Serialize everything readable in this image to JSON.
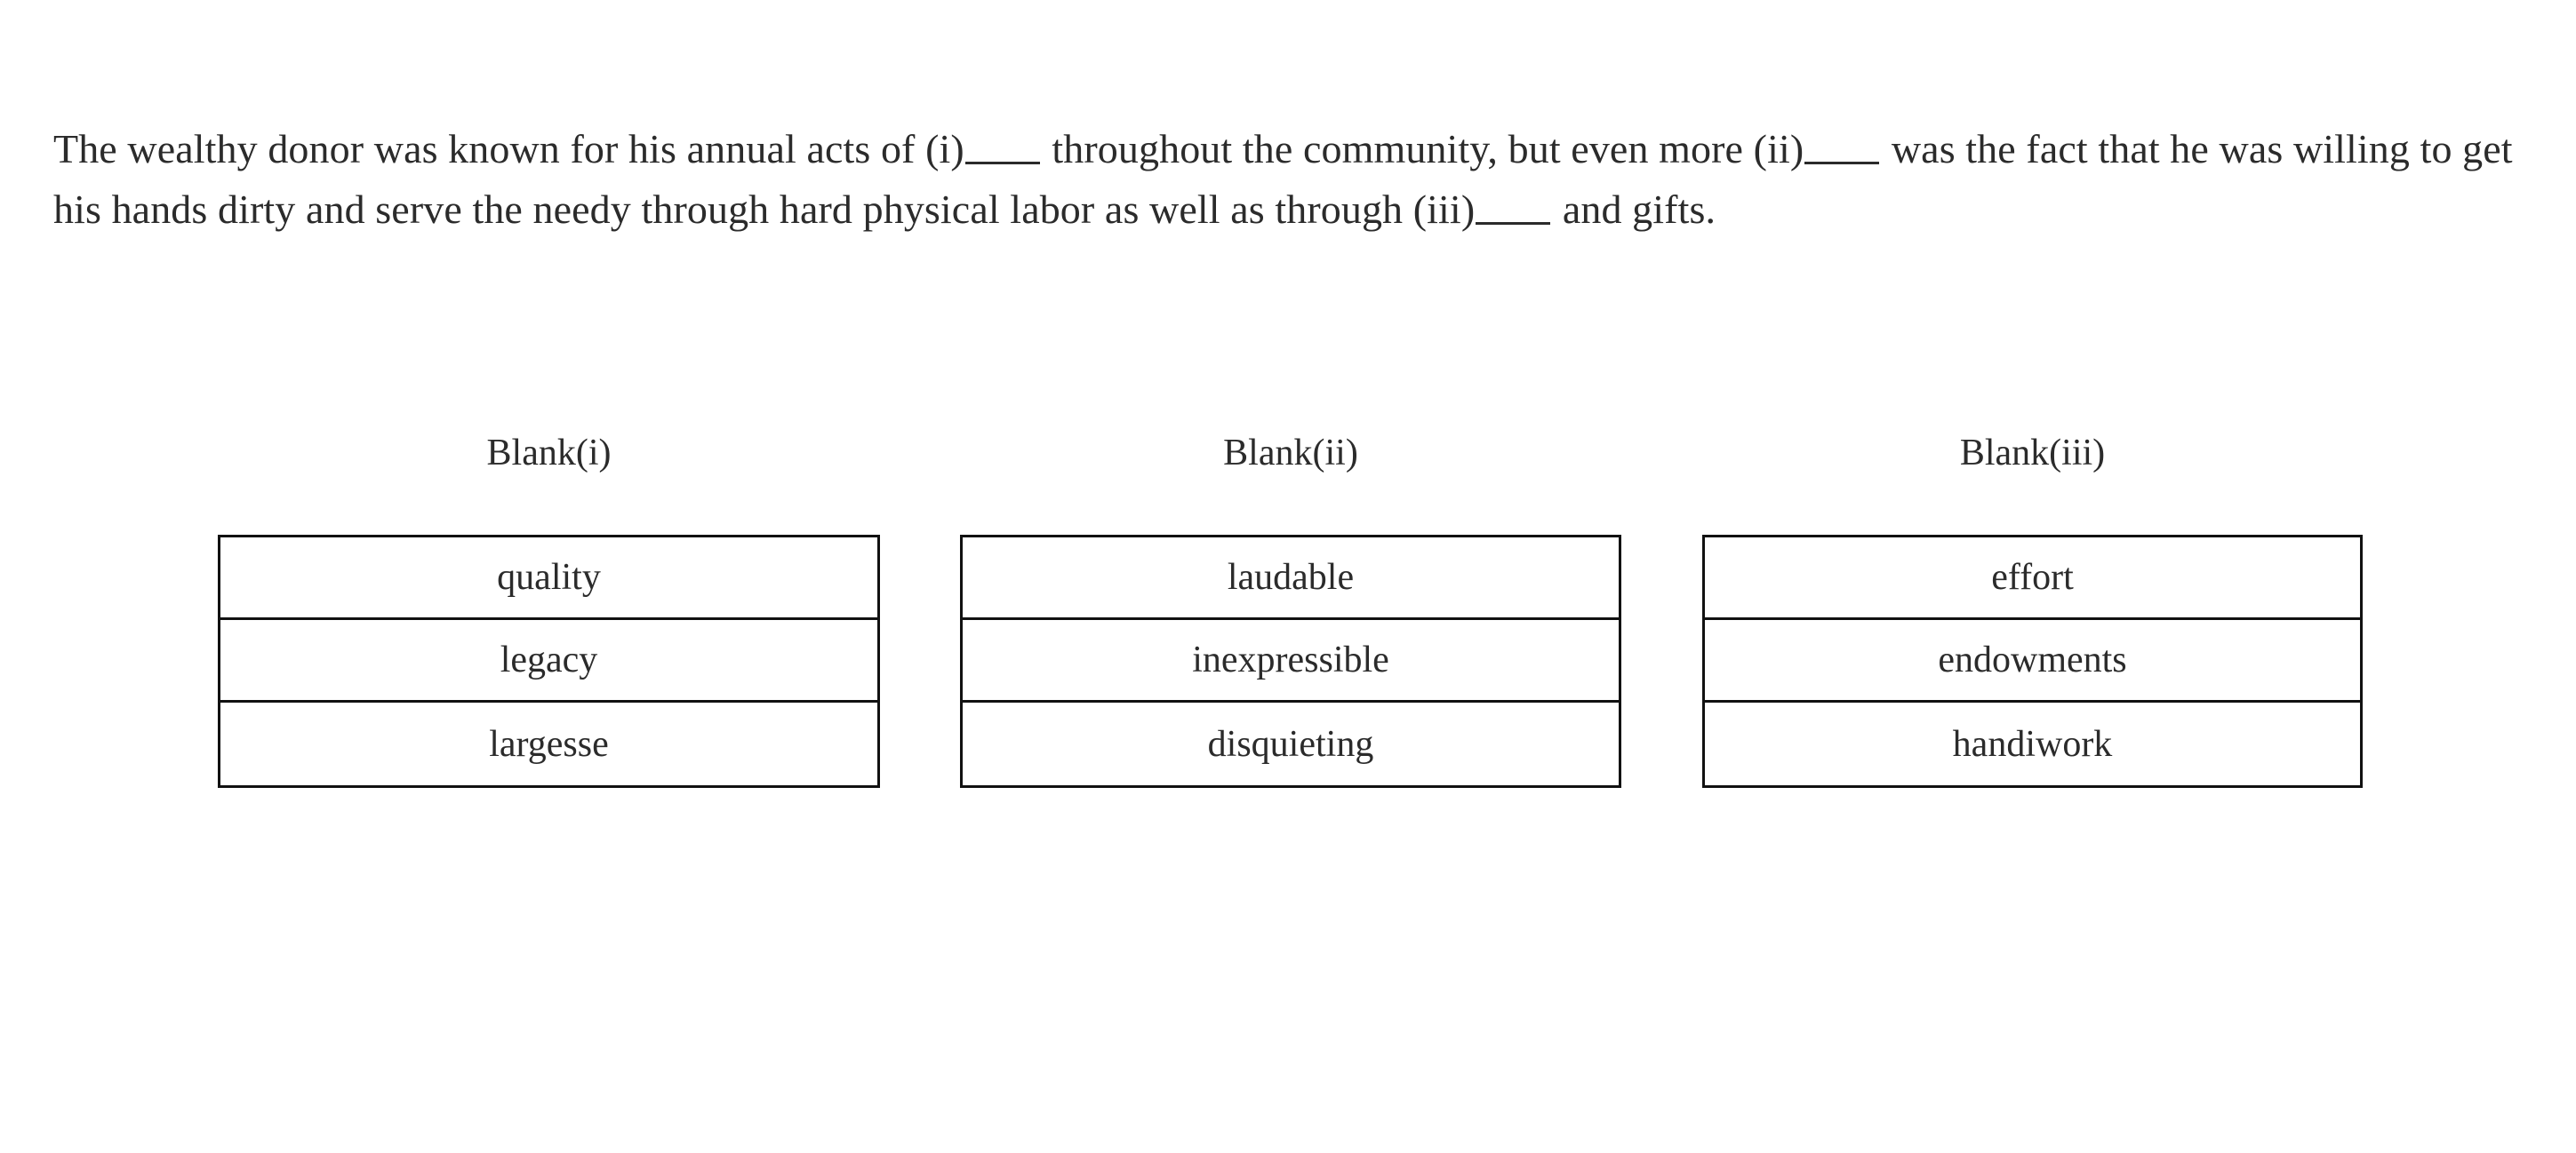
{
  "question": {
    "segments": [
      {
        "type": "text",
        "value": "The wealthy donor was known for his annual acts of (i)"
      },
      {
        "type": "blank",
        "value": "_____"
      },
      {
        "type": "text",
        "value": " throughout the community, but even more (ii)"
      },
      {
        "type": "blank",
        "value": "_____"
      },
      {
        "type": "text",
        "value": " was the fact that he was willing to get his hands dirty and serve the needy through hard physical labor as well as through (iii)"
      },
      {
        "type": "blank",
        "value": "_____"
      },
      {
        "type": "text",
        "value": " and gifts."
      }
    ],
    "full_text": "The wealthy donor was known for his annual acts of (i)_____ throughout the community, but even more (ii)_____ was the fact that he was willing to get his hands dirty and serve the needy through hard physical labor as well as through (iii)_____ and gifts."
  },
  "columns": [
    {
      "header": "Blank(i)",
      "choices": [
        "quality",
        "legacy",
        "largesse"
      ]
    },
    {
      "header": "Blank(ii)",
      "choices": [
        "laudable",
        "inexpressible",
        "disquieting"
      ]
    },
    {
      "header": "Blank(iii)",
      "choices": [
        "effort",
        "endowments",
        "handiwork"
      ]
    }
  ],
  "colors": {
    "text": "#2b2b2b",
    "border": "#111111",
    "background": "#ffffff"
  }
}
